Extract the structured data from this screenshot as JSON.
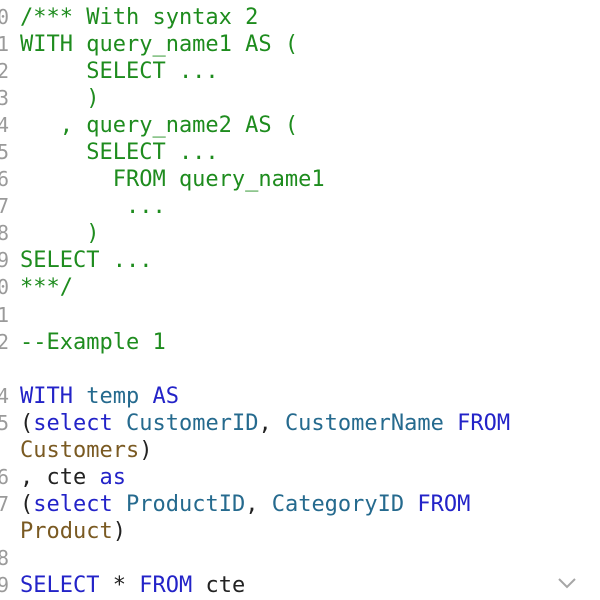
{
  "gutter": [
    "0",
    "1",
    "2",
    "3",
    "4",
    "5",
    "6",
    "7",
    "8",
    "9",
    "0",
    "1",
    "2",
    "",
    "4",
    "5",
    "",
    "6",
    "7",
    "",
    "8",
    "9"
  ],
  "code": [
    [
      {
        "t": "/*** With syntax 2",
        "c": "c"
      }
    ],
    [
      {
        "t": "WITH query_name1 AS (",
        "c": "c"
      }
    ],
    [
      {
        "t": "     SELECT ...",
        "c": "c"
      }
    ],
    [
      {
        "t": "     )",
        "c": "c"
      }
    ],
    [
      {
        "t": "   , query_name2 AS (",
        "c": "c"
      }
    ],
    [
      {
        "t": "     SELECT ...",
        "c": "c"
      }
    ],
    [
      {
        "t": "       FROM query_name1",
        "c": "c"
      }
    ],
    [
      {
        "t": "        ...",
        "c": "c"
      }
    ],
    [
      {
        "t": "     )",
        "c": "c"
      }
    ],
    [
      {
        "t": "SELECT ...",
        "c": "c"
      }
    ],
    [
      {
        "t": "***/",
        "c": "c"
      }
    ],
    [],
    [
      {
        "t": "--Example 1",
        "c": "c"
      }
    ],
    [],
    [
      {
        "t": "WITH",
        "c": "k"
      },
      {
        "t": " ",
        "c": "p"
      },
      {
        "t": "temp",
        "c": "i"
      },
      {
        "t": " ",
        "c": "p"
      },
      {
        "t": "AS",
        "c": "k"
      }
    ],
    [
      {
        "t": "(",
        "c": "p"
      },
      {
        "t": "select",
        "c": "k"
      },
      {
        "t": " ",
        "c": "p"
      },
      {
        "t": "CustomerID",
        "c": "i"
      },
      {
        "t": ", ",
        "c": "p"
      },
      {
        "t": "CustomerName",
        "c": "i"
      },
      {
        "t": " ",
        "c": "p"
      },
      {
        "t": "FROM",
        "c": "k"
      }
    ],
    [
      {
        "t": "Customers",
        "c": "t"
      },
      {
        "t": ")",
        "c": "p"
      }
    ],
    [
      {
        "t": ", cte ",
        "c": "p"
      },
      {
        "t": "as",
        "c": "k"
      }
    ],
    [
      {
        "t": "(",
        "c": "p"
      },
      {
        "t": "select",
        "c": "k"
      },
      {
        "t": " ",
        "c": "p"
      },
      {
        "t": "ProductID",
        "c": "i"
      },
      {
        "t": ", ",
        "c": "p"
      },
      {
        "t": "CategoryID",
        "c": "i"
      },
      {
        "t": " ",
        "c": "p"
      },
      {
        "t": "FROM",
        "c": "k"
      }
    ],
    [
      {
        "t": "Product",
        "c": "t"
      },
      {
        "t": ")",
        "c": "p"
      }
    ],
    [],
    [
      {
        "t": "SELECT",
        "c": "k"
      },
      {
        "t": " * ",
        "c": "p"
      },
      {
        "t": "FROM",
        "c": "k"
      },
      {
        "t": " cte",
        "c": "p"
      }
    ]
  ],
  "icons": {
    "scroll_down": "chevron-down-icon"
  },
  "colors": {
    "comment": "#1e8c1e",
    "keyword": "#2323c8",
    "identifier": "#256a8e",
    "table": "#7a5a22",
    "plain": "#222222",
    "gutter_text": "#9a9a9a"
  }
}
